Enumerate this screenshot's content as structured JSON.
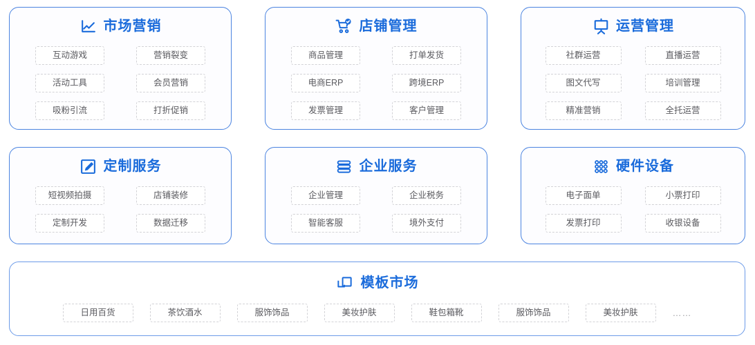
{
  "theme": {
    "card_border": "#4a83e0",
    "banner_border": "#6b9ae8",
    "title_color": "#1a6bdb",
    "pill_border": "#d2d2d6",
    "pill_text": "#5a5a5f",
    "background": "#ffffff"
  },
  "cards": [
    {
      "id": "marketing",
      "icon": "line-chart-icon",
      "title": "市场营销",
      "items": [
        "互动游戏",
        "营销裂变",
        "活动工具",
        "会员营销",
        "吸粉引流",
        "打折促销"
      ]
    },
    {
      "id": "shop-management",
      "icon": "shopping-cart-check-icon",
      "title": "店铺管理",
      "items": [
        "商品管理",
        "打单发货",
        "电商ERP",
        "跨境ERP",
        "发票管理",
        "客户管理"
      ]
    },
    {
      "id": "operations-management",
      "icon": "presentation-board-icon",
      "title": "运营管理",
      "items": [
        "社群运营",
        "直播运营",
        "图文代写",
        "培训管理",
        "精准营销",
        "全托运营"
      ]
    },
    {
      "id": "custom-service",
      "icon": "edit-square-icon",
      "title": "定制服务",
      "items": [
        "短视频拍摄",
        "店铺装修",
        "定制开发",
        "数据迁移"
      ]
    },
    {
      "id": "enterprise-service",
      "icon": "stacked-bars-icon",
      "title": "企业服务",
      "items": [
        "企业管理",
        "企业税务",
        "智能客服",
        "境外支付"
      ]
    },
    {
      "id": "hardware-devices",
      "icon": "dot-grid-icon",
      "title": "硬件设备",
      "items": [
        "电子面单",
        "小票打印",
        "发票打印",
        "收银设备"
      ]
    }
  ],
  "banner": {
    "id": "template-market",
    "icon": "overlapping-squares-icon",
    "title": "模板市场",
    "tags": [
      "日用百货",
      "茶饮酒水",
      "服饰饰品",
      "美妆护肤",
      "鞋包箱靴",
      "服饰饰品",
      "美妆护肤"
    ],
    "ellipsis": "……"
  }
}
